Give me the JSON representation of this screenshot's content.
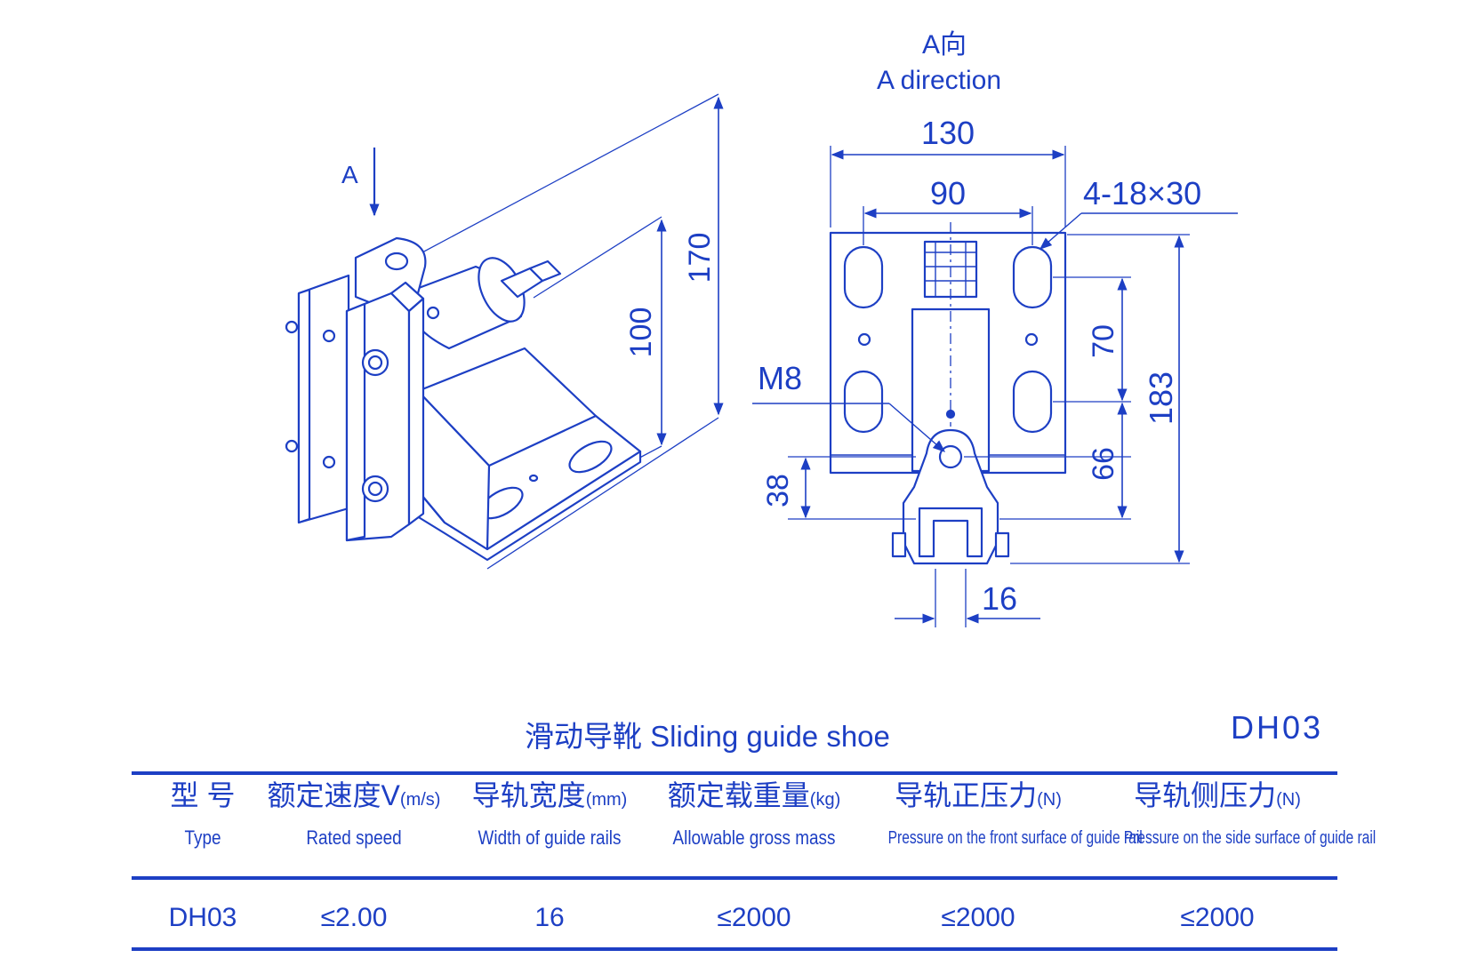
{
  "drawing": {
    "iso_view": {
      "view_arrow_label": "A",
      "dimensions": {
        "overall_height": "170",
        "height": "100"
      }
    },
    "direction_view": {
      "title_zh": "A向",
      "title_en": "A direction",
      "dimensions": {
        "overall_width": "130",
        "hole_spacing": "90",
        "slot_spec": "4-18×30",
        "slot_vertical_spacing": "70",
        "overall_height": "183",
        "thread": "M8",
        "pivot_height": "66",
        "shoe_offset": "38",
        "rail_width": "16"
      }
    }
  },
  "caption": {
    "title": "滑动导靴 Sliding guide shoe",
    "model": "DH03"
  },
  "table": {
    "headers": [
      {
        "zh": "型 号",
        "unit": "",
        "en": "Type"
      },
      {
        "zh": "额定速度V",
        "unit": "(m/s)",
        "en": "Rated speed"
      },
      {
        "zh": "导轨宽度",
        "unit": "(mm)",
        "en": "Width of guide rails"
      },
      {
        "zh": "额定载重量",
        "unit": "(kg)",
        "en": "Allowable gross mass"
      },
      {
        "zh": "导轨正压力",
        "unit": "(N)",
        "en": "Pressure on the front surface of guide rail"
      },
      {
        "zh": "导轨侧压力",
        "unit": "(N)",
        "en": "Pressure on the side surface of guide rail"
      }
    ],
    "rows": [
      [
        "DH03",
        "≤2.00",
        "16",
        "≤2000",
        "≤2000",
        "≤2000"
      ]
    ]
  },
  "colors": {
    "ink": "#1d3fc4",
    "fill": "#ffffff"
  }
}
